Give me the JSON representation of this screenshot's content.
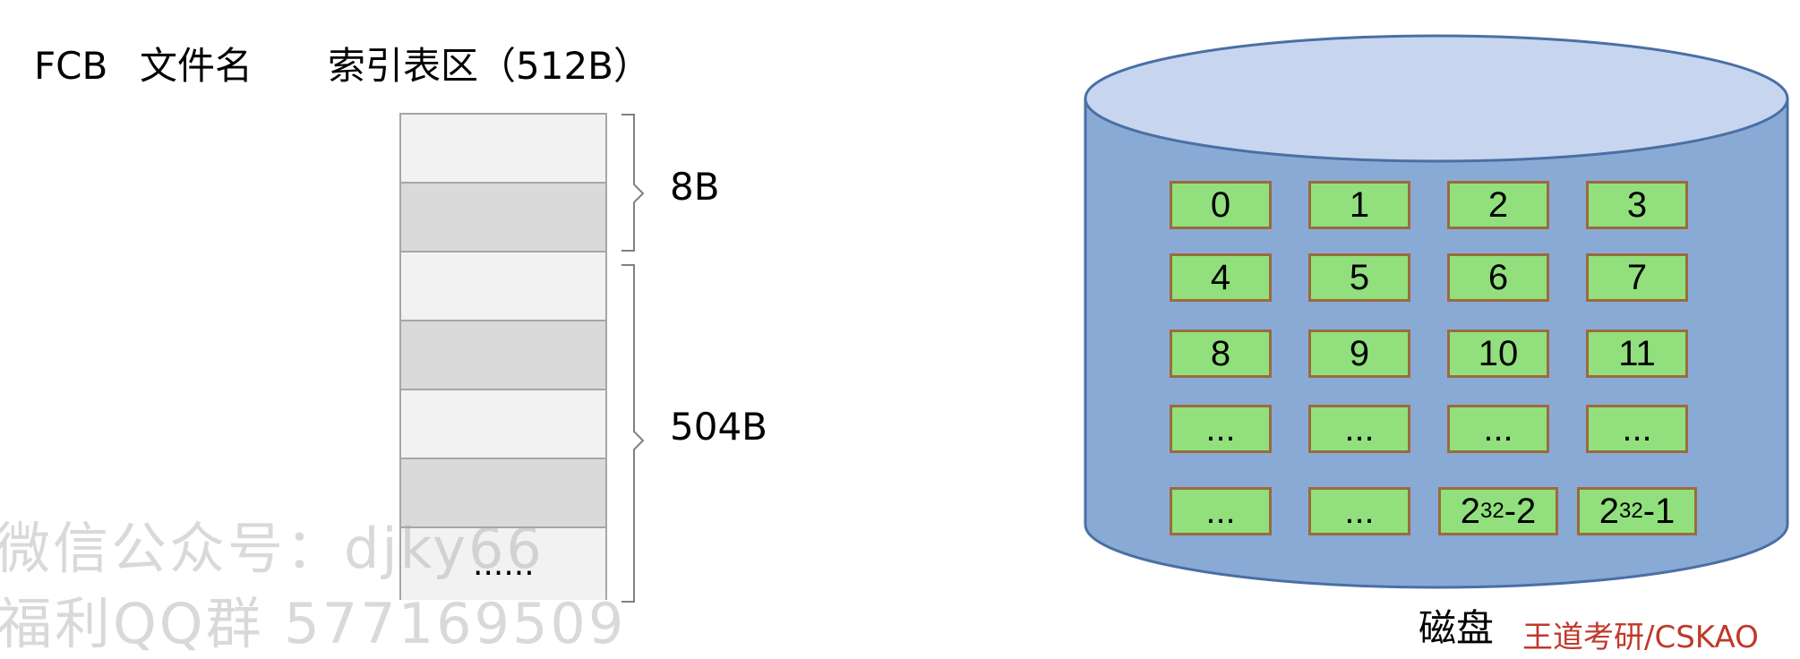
{
  "header": {
    "fcb": "FCB",
    "filename": "文件名",
    "index_area": "索引表区（512B）"
  },
  "index_table": {
    "rows": [
      "",
      "",
      "",
      "",
      "",
      "",
      ""
    ],
    "ellipsis": "......",
    "brace_top_label": "8B",
    "brace_bottom_label": "504B"
  },
  "disk": {
    "caption": "磁盘",
    "blocks": [
      [
        "0",
        "1",
        "2",
        "3"
      ],
      [
        "4",
        "5",
        "6",
        "7"
      ],
      [
        "8",
        "9",
        "10",
        "11"
      ],
      [
        "...",
        "...",
        "...",
        "..."
      ],
      [
        "...",
        "...",
        "2^32-2",
        "2^32-1"
      ]
    ],
    "special_blocks": {
      "b1": {
        "base": "2",
        "exp": "32",
        "suffix": "-2"
      },
      "b2": {
        "base": "2",
        "exp": "32",
        "suffix": "-1"
      }
    },
    "colors": {
      "cylinder_side": "#8aaad6",
      "cylinder_top": "#c7d6ee",
      "block_fill": "#91e07d",
      "block_border": "#9a6b3c"
    }
  },
  "watermark": {
    "line1": "微信公众号：djky66",
    "line2": "福利QQ群 577169509"
  },
  "brand": "王道考研/CSKAO"
}
